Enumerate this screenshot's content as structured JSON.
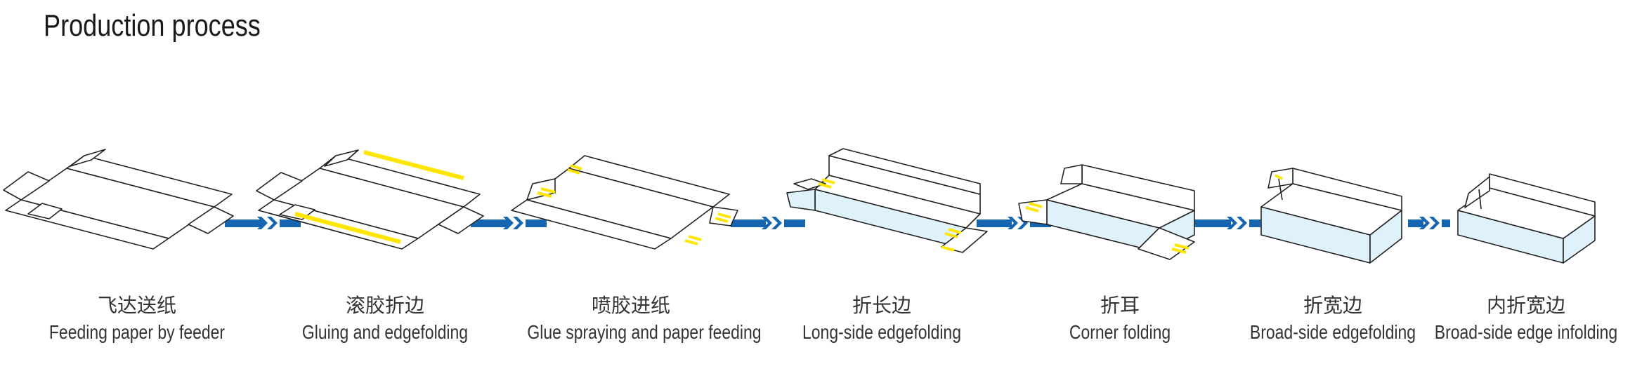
{
  "title": "Production process",
  "colors": {
    "arrow": "#1565b0",
    "glue": "#ffe600",
    "panel": "#dff2fb",
    "line": "#222222"
  },
  "steps": [
    {
      "cn": "飞达送纸",
      "en": "Feeding paper by feeder"
    },
    {
      "cn": "滚胶折边",
      "en": "Gluing and edgefolding"
    },
    {
      "cn": "喷胶进纸",
      "en": "Glue spraying and paper feeding"
    },
    {
      "cn": "折长边",
      "en": "Long-side edgefolding"
    },
    {
      "cn": "折耳",
      "en": "Corner folding"
    },
    {
      "cn": "折宽边",
      "en": "Broad-side edgefolding"
    },
    {
      "cn": "内折宽边",
      "en": "Broad-side edge infolding"
    }
  ]
}
